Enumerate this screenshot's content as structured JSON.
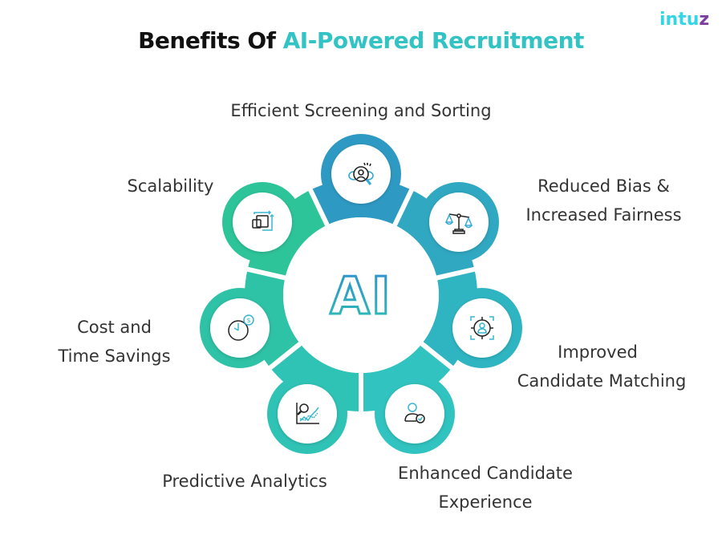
{
  "header": {
    "title_prefix": "Benefits Of ",
    "title_accent": "AI-Powered Recruitment",
    "logo_main": "intu",
    "logo_accent": "z"
  },
  "center": {
    "label": "AI"
  },
  "benefits": [
    {
      "label_line1": "Efficient Screening and Sorting",
      "label_line2": "",
      "icon": "candidate-search-icon",
      "color": "#2E9AC4"
    },
    {
      "label_line1": "Reduced Bias &",
      "label_line2": "Increased Fairness",
      "icon": "balance-scale-icon",
      "color": "#30A8C2"
    },
    {
      "label_line1": "Improved",
      "label_line2": "Candidate Matching",
      "icon": "target-person-icon",
      "color": "#2FB5C2"
    },
    {
      "label_line1": "Enhanced Candidate",
      "label_line2": "Experience",
      "icon": "user-check-icon",
      "color": "#31C3C0"
    },
    {
      "label_line1": "Predictive Analytics",
      "label_line2": "",
      "icon": "analytics-chart-icon",
      "color": "#2FC3B6"
    },
    {
      "label_line1": "Cost and",
      "label_line2": "Time Savings",
      "icon": "clock-dollar-icon",
      "color": "#2EC2A6"
    },
    {
      "label_line1": "Scalability",
      "label_line2": "",
      "icon": "scale-squares-icon",
      "color": "#2EC49A"
    }
  ],
  "colors": {
    "accent": "#33C3C5",
    "title": "#111111",
    "label": "#333333",
    "logo": "#33D6E6",
    "logo_accent": "#7B3FA0"
  }
}
